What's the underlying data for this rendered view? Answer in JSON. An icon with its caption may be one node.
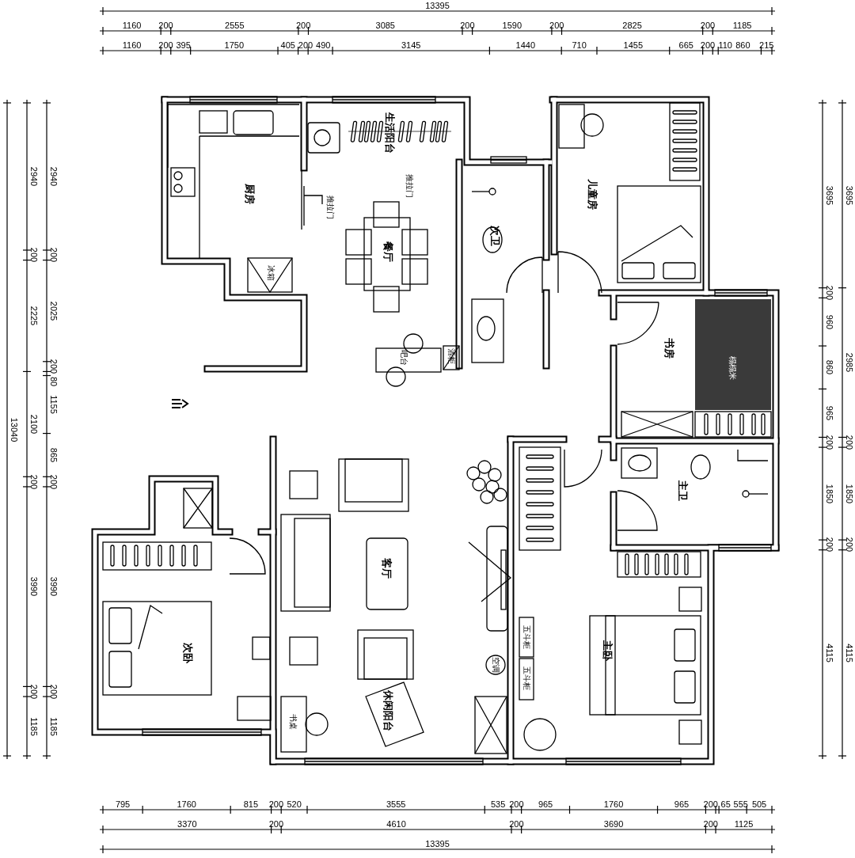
{
  "diagram": {
    "labels": [
      "13395",
      "1160",
      "200",
      "2555",
      "200",
      "3085",
      "200",
      "1590",
      "200",
      "2825",
      "200",
      "1185",
      "1160",
      "200",
      "395",
      "1750",
      "405",
      "200",
      "490",
      "3145",
      "1440",
      "710",
      "1455",
      "665",
      "200",
      "110",
      "860",
      "215",
      "13040",
      "2940",
      "200",
      "2225",
      "2100",
      "200",
      "3990",
      "200",
      "1185",
      "2940",
      "200",
      "2025",
      "200",
      "80",
      "1155",
      "865",
      "200",
      "3990",
      "200",
      "1185",
      "3695",
      "200",
      "960",
      "860",
      "965",
      "200",
      "1850",
      "200",
      "4115",
      "3695",
      "2985",
      "200",
      "1850",
      "200",
      "4115",
      "厨房",
      "生活阳台",
      "推拉门",
      "推拉门",
      "餐厅",
      "次卫",
      "儿童房",
      "冰箱",
      "吧台",
      "酒柜",
      "书房",
      "榻榻米",
      "主卫",
      "客厅",
      "空调",
      "五斗柜",
      "五斗柜",
      "次卧",
      "主卧",
      "书桌",
      "休闲阳台",
      "795",
      "1760",
      "815",
      "200",
      "520",
      "3555",
      "535",
      "200",
      "965",
      "1760",
      "965",
      "200",
      "65",
      "555",
      "505",
      "3370",
      "200",
      "4610",
      "200",
      "3690",
      "200",
      "1125",
      "13395"
    ]
  }
}
